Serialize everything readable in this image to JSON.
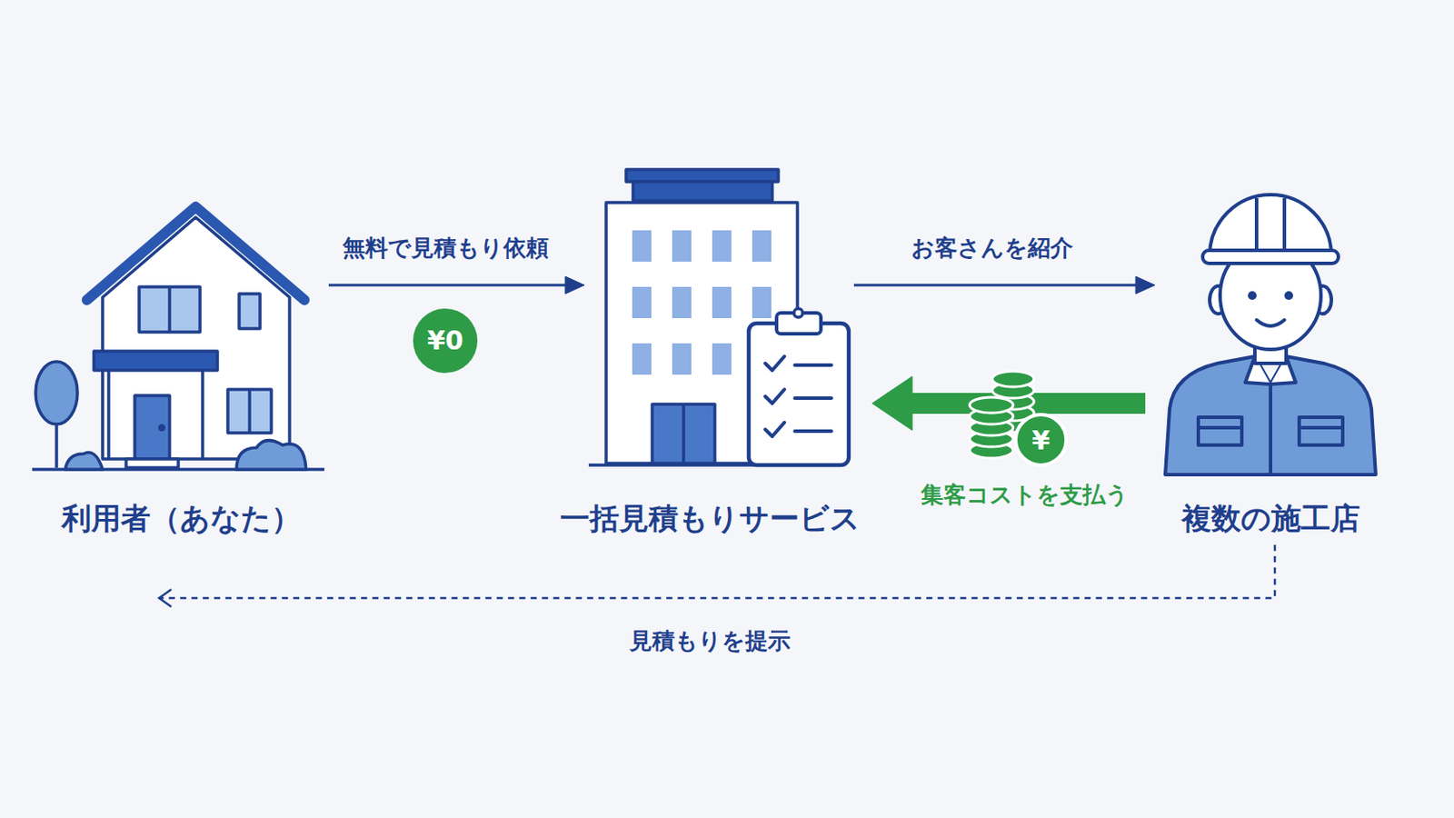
{
  "diagram": {
    "nodes": [
      {
        "text": [
          "利用者（あなた）"
        ]
      },
      {
        "text": [
          "一括見積もりサービス"
        ]
      },
      {
        "text": [
          "複数の施工店"
        ]
      }
    ],
    "edges": [
      {
        "from": 0,
        "to": 1,
        "label": "無料で見積もり依頼",
        "arrow": "to"
      },
      {
        "from": 1,
        "to": 2,
        "label": "お客さんを紹介",
        "arrow": "to"
      },
      {
        "from": 2,
        "to": 1,
        "label": "集客コストを支払う",
        "arrow": "to"
      },
      {
        "from": 2,
        "to": 0,
        "label": "見積もりを提示",
        "arrow": "to"
      }
    ],
    "labels": [
      "¥0",
      "¥"
    ]
  }
}
